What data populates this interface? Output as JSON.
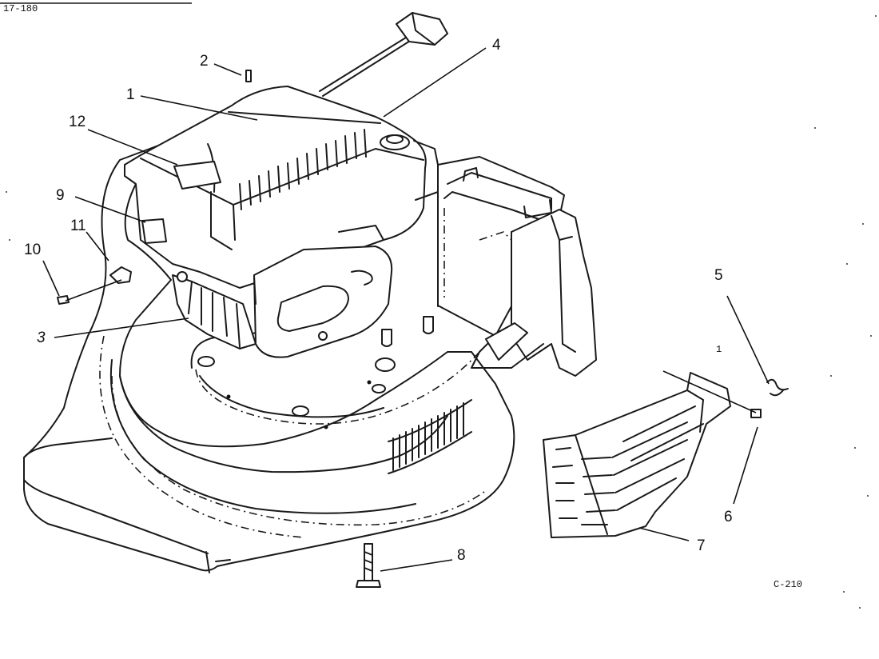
{
  "sheet": {
    "reference": "17-180",
    "figure_code": "C-210"
  },
  "callouts": {
    "c1": "1",
    "c2": "2",
    "c3": "3",
    "c4": "4",
    "c5": "5",
    "c6": "6",
    "c7": "7",
    "c8": "8",
    "c9": "9",
    "c10": "10",
    "c11": "11",
    "c12": "12"
  },
  "stray_mark": "1"
}
